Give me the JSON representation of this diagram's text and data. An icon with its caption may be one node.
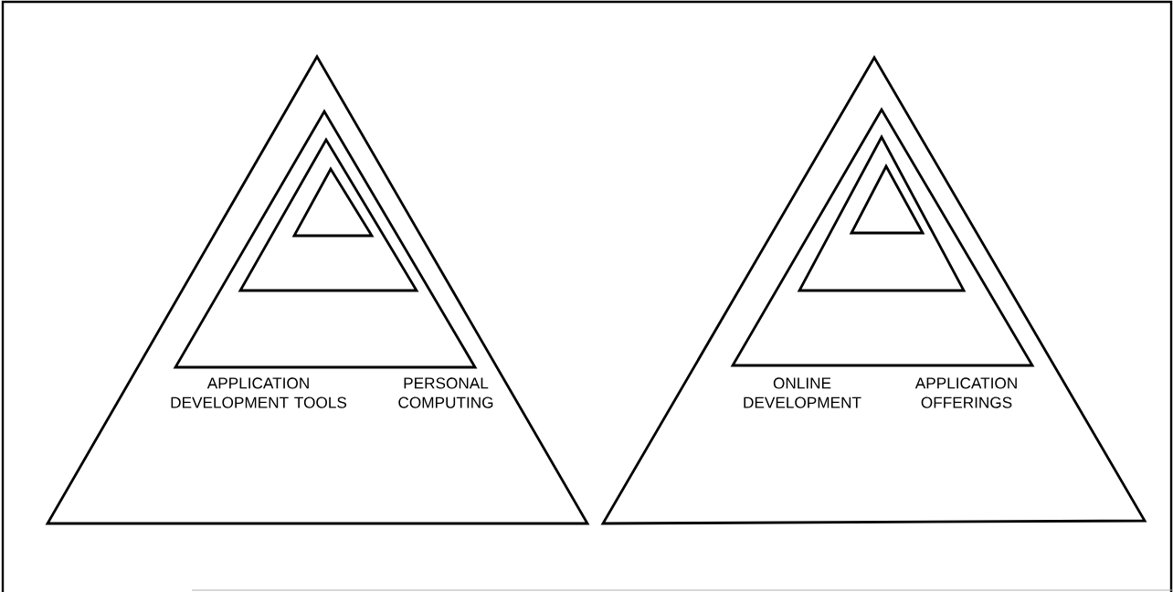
{
  "diagram": {
    "nodes": [
      {
        "text": [
          "APPLICATION DEVELOPMENT TOOLS",
          "PERSONAL COMPUTING"
        ]
      },
      {
        "text": [],
        "shape": "triangle",
        "in": 0
      },
      {
        "text": [],
        "shape": "triangle",
        "in": 1
      },
      {
        "text": [],
        "shape": "triangle",
        "in": 2
      },
      {
        "text": [
          "ONLINE DEVELOPMENT",
          "APPLICATION OFFERINGS"
        ]
      },
      {
        "text": [],
        "shape": "triangle",
        "in": 4
      },
      {
        "text": [],
        "shape": "triangle",
        "in": 5
      },
      {
        "text": [],
        "shape": "triangle",
        "in": 6
      }
    ]
  }
}
